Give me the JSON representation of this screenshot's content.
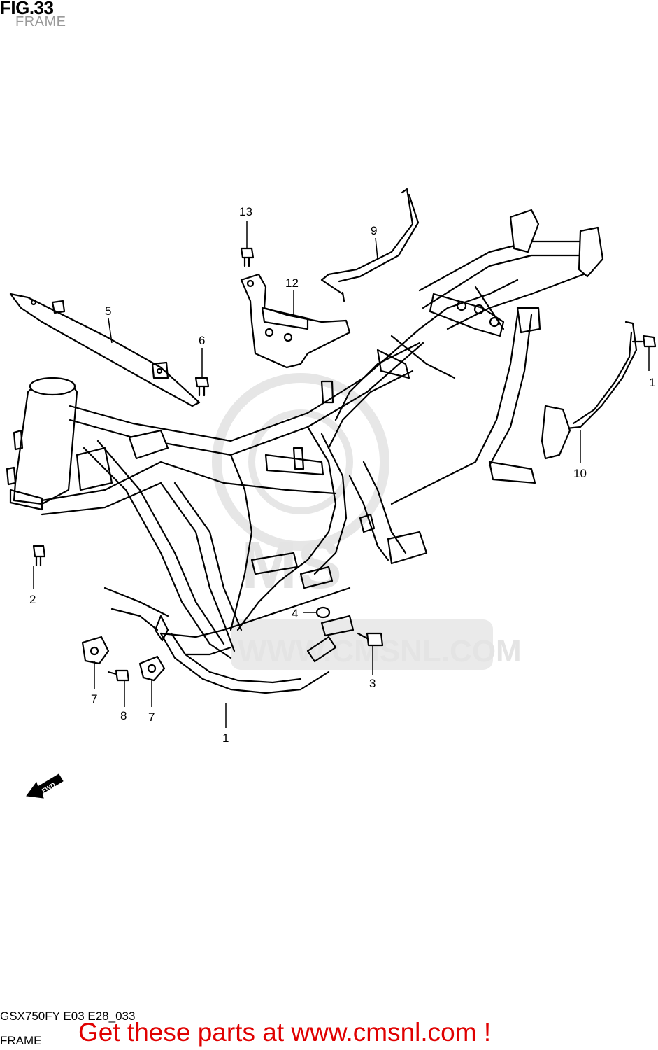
{
  "header": {
    "figure_title": "FIG.33",
    "subtitle": "FRAME"
  },
  "watermark": {
    "text": "WWW.CMSNL.COM",
    "color": "#e2e2e2"
  },
  "callouts": [
    {
      "id": "1",
      "label": "1"
    },
    {
      "id": "2",
      "label": "2"
    },
    {
      "id": "3",
      "label": "3"
    },
    {
      "id": "4",
      "label": "4"
    },
    {
      "id": "5",
      "label": "5"
    },
    {
      "id": "6",
      "label": "6"
    },
    {
      "id": "7a",
      "label": "7"
    },
    {
      "id": "7b",
      "label": "7"
    },
    {
      "id": "8",
      "label": "8"
    },
    {
      "id": "9",
      "label": "9"
    },
    {
      "id": "10",
      "label": "10"
    },
    {
      "id": "11",
      "label": "1"
    },
    {
      "id": "12",
      "label": "12"
    },
    {
      "id": "13",
      "label": "13"
    }
  ],
  "direction_marker": {
    "label": "FWD"
  },
  "footer": {
    "diagram_code": "GSX750FY E03 E28_033",
    "section_name": "FRAME",
    "promo_text": "Get these parts at www.cmsnl.com !",
    "promo_color": "#e00000"
  }
}
